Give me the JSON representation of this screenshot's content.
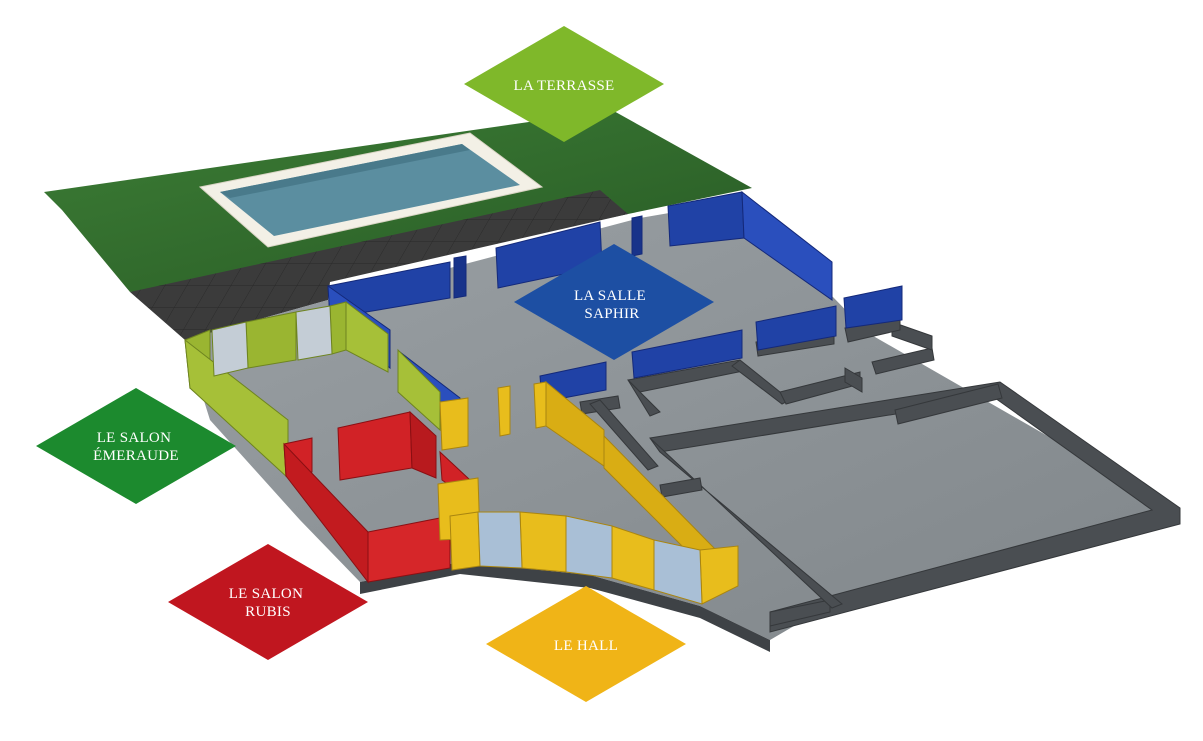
{
  "zones": {
    "terrasse": {
      "lines": [
        "LA TERRASSE"
      ],
      "color": "#7fb82a"
    },
    "saphir": {
      "lines": [
        "LA SALLE",
        "SAPHIR"
      ],
      "color": "#1d4fa3"
    },
    "emeraude": {
      "lines": [
        "LE SALON",
        "ÉMERAUDE"
      ],
      "color": "#1c8a2e"
    },
    "rubis": {
      "lines": [
        "LE SALON",
        "RUBIS"
      ],
      "color": "#c0161f"
    },
    "hall": {
      "lines": [
        "LE HALL"
      ],
      "color": "#f0b417"
    }
  },
  "palette": {
    "grass": "#2f6b2c",
    "paving": "#3a3a3a",
    "floor": "#8e9397",
    "pool_water": "#5b8ea0",
    "pool_border": "#f3f0e6",
    "grey_wall": "#4a4e52",
    "blue_wall": "#1f3e9c",
    "green_wall": "#94ad2e",
    "red_wall": "#cc1e22",
    "yellow_wall": "#e3b818",
    "glass": "#a9bfd6"
  }
}
